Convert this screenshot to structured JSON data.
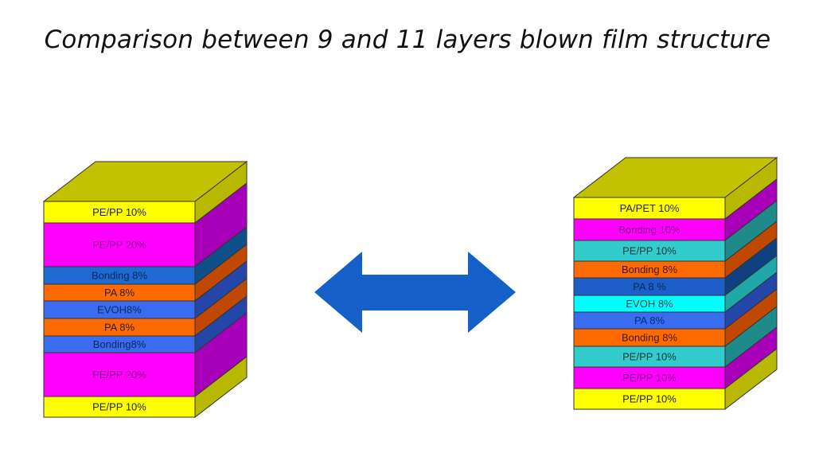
{
  "title": "Comparison between 9 and 11 layers blown film structure",
  "arrow": {
    "icon": "double-arrow-icon",
    "color": "#1560c8"
  },
  "structures": [
    {
      "name": "9-layer",
      "top_color": "#c2c200",
      "layers": [
        {
          "label": "PE/PP 10%",
          "percent": 10,
          "color": "#ffff00",
          "side": "#b8b800",
          "text": "#222222"
        },
        {
          "label": "PE/PP 20%",
          "percent": 20,
          "color": "#ff00ff",
          "side": "#a800b8",
          "text": "#8a008a"
        },
        {
          "label": "Bonding 8%",
          "percent": 8,
          "color": "#1e6ad0",
          "side": "#0f4f8a",
          "text": "#0a2a60"
        },
        {
          "label": "PA 8%",
          "percent": 8,
          "color": "#ff6a00",
          "side": "#c04800",
          "text": "#222222"
        },
        {
          "label": "EVOH8%",
          "percent": 8,
          "color": "#3a6cf0",
          "side": "#2446a8",
          "text": "#0a2a60"
        },
        {
          "label": "PA 8%",
          "percent": 8,
          "color": "#ff6a00",
          "side": "#c04800",
          "text": "#222222"
        },
        {
          "label": "Bonding8%",
          "percent": 8,
          "color": "#3a6cf0",
          "side": "#2446a8",
          "text": "#0a2a60"
        },
        {
          "label": "PE/PP 20%",
          "percent": 20,
          "color": "#ff00ff",
          "side": "#a800b8",
          "text": "#8a008a"
        },
        {
          "label": "PE/PP 10%",
          "percent": 10,
          "color": "#ffff00",
          "side": "#b8b800",
          "text": "#222222"
        }
      ]
    },
    {
      "name": "11-layer",
      "top_color": "#c2c200",
      "layers": [
        {
          "label": "PA/PET 10%",
          "percent": 10,
          "color": "#ffff00",
          "side": "#b8b800",
          "text": "#222222"
        },
        {
          "label": "Bonding 10%",
          "percent": 10,
          "color": "#ff00ff",
          "side": "#a800b8",
          "text": "#8a008a"
        },
        {
          "label": "PE/PP 10%",
          "percent": 10,
          "color": "#33cccc",
          "side": "#1f8a8a",
          "text": "#103838"
        },
        {
          "label": "Bonding 8%",
          "percent": 8,
          "color": "#ff6a00",
          "side": "#c04800",
          "text": "#3a1a00"
        },
        {
          "label": "PA 8 %",
          "percent": 8,
          "color": "#1e5ec8",
          "side": "#0f4080",
          "text": "#0a2a60"
        },
        {
          "label": "EVOH 8%",
          "percent": 8,
          "color": "#00ffff",
          "side": "#20a8a8",
          "text": "#104040"
        },
        {
          "label": "PA 8%",
          "percent": 8,
          "color": "#3a6cf0",
          "side": "#2446a8",
          "text": "#0a2a80"
        },
        {
          "label": "Bonding 8%",
          "percent": 8,
          "color": "#ff6a00",
          "side": "#c04800",
          "text": "#3a1a00"
        },
        {
          "label": "PE/PP 10%",
          "percent": 10,
          "color": "#33cccc",
          "side": "#1f8a8a",
          "text": "#103838"
        },
        {
          "label": "PE/PP 10%",
          "percent": 10,
          "color": "#ff00ff",
          "side": "#a800b8",
          "text": "#8a008a"
        },
        {
          "label": "PE/PP 10%",
          "percent": 10,
          "color": "#ffff00",
          "side": "#b8b800",
          "text": "#222222"
        }
      ]
    }
  ]
}
